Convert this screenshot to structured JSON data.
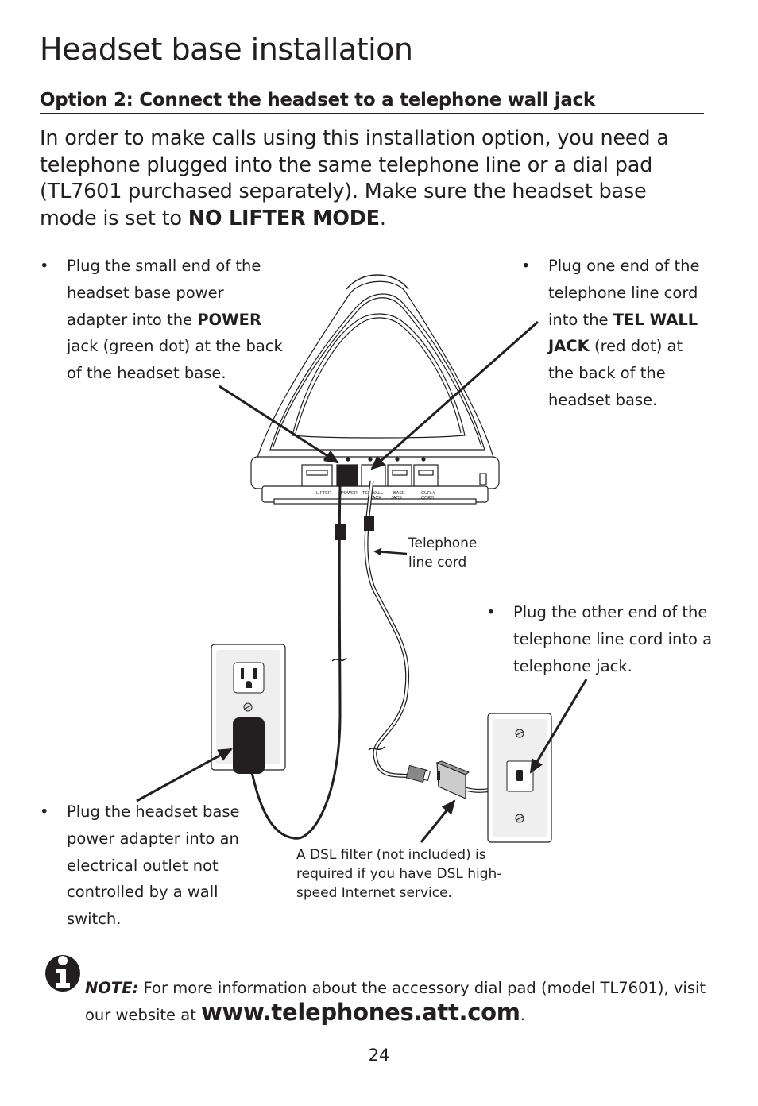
{
  "page": {
    "title": "Headset base installation",
    "subtitle": "Option 2:  Connect the headset to a telephone wall jack",
    "intro": {
      "text": "In order to make calls using this installation option, you need a telephone plugged into the same telephone line or a dial pad (TL7601 purchased separately). Make sure the headset base mode is set to ",
      "bold": "NO LIFTER MODE",
      "end": "."
    },
    "page_number": "24"
  },
  "bullets": {
    "power_jack": {
      "symbol": "•",
      "before": "Plug the small end of the headset base power adapter into the ",
      "bold": "POWER",
      "after": " jack (green dot) at the back of the headset base."
    },
    "tel_wall_jack": {
      "symbol": "•",
      "before": "Plug one end of the telephone line cord into the ",
      "bold": "TEL WALL JACK",
      "after": " (red dot) at the back of the headset base."
    },
    "telephone_jack": {
      "symbol": "•",
      "text": "Plug the other end of the telephone line cord into a telephone jack."
    },
    "outlet": {
      "symbol": "•",
      "text": "Plug the headset base power adapter into an electrical outlet not controlled by a wall switch."
    }
  },
  "diagram": {
    "callout_cord": "Telephone line cord",
    "callout_dsl": "A DSL filter (not included) is required if you have DSL high-speed Internet service.",
    "port_labels": [
      "LIFTER",
      "POWER",
      "TEL WALL JACK",
      "BASE JACK",
      "CURLY CORD"
    ],
    "port_labels_split": {
      "lifter": "LIFTER",
      "power": "POWER",
      "tel1": "TEL WALL",
      "tel2": "JACK",
      "base1": "BASE",
      "base2": "JACK",
      "curly1": "CURLY",
      "curly2": "CORD"
    }
  },
  "note": {
    "icon": "info-icon",
    "label": "NOTE:",
    "text": " For more information about the accessory dial pad (model TL7601), visit our website at ",
    "url": "www.telephones.att.com",
    "end": "."
  }
}
